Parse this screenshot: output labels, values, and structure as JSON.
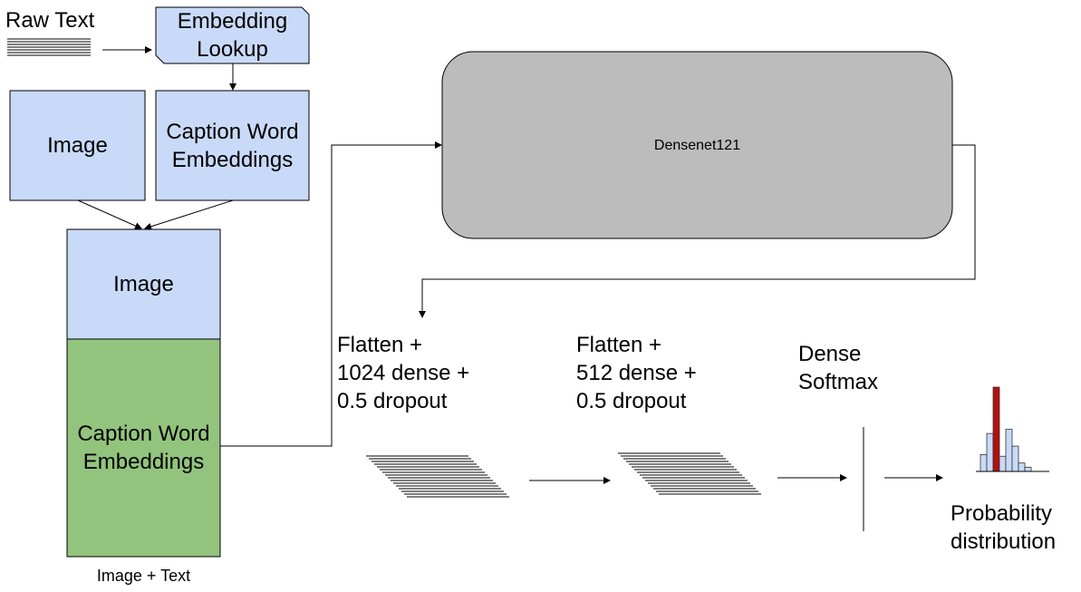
{
  "raw_text": "Raw Text",
  "embedding_lookup": "Embedding\nLookup",
  "image_top": "Image",
  "caption_embeddings_top": "Caption\nWord\nEmbeddings",
  "stack_image": "Image",
  "stack_caption": "Caption\nWord\nEmbeddings",
  "stack_caption_label": "Image + Text",
  "densenet": "Densenet121",
  "layer1": "Flatten +\n1024 dense +\n0.5 dropout",
  "layer2": "Flatten +\n512 dense +\n0.5 dropout",
  "layer3": "Dense\nSoftmax",
  "output": "Probability\ndistribution",
  "histogram": {
    "values": [
      0.2,
      0.45,
      1.0,
      0.18,
      0.5,
      0.3,
      0.1,
      0.05
    ],
    "highlight_index": 2
  },
  "colors": {
    "light_blue": "#c9daf8",
    "green": "#93c47d",
    "gray": "#bcbcbc",
    "red": "#b40f0f"
  }
}
